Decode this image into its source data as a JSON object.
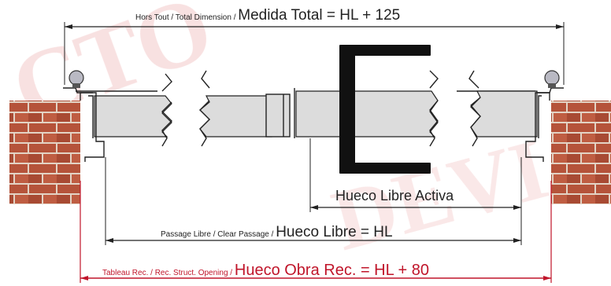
{
  "dimensions": {
    "total": {
      "small": "Hors Tout / Total Dimension / ",
      "big": "Medida Total = HL + 125"
    },
    "active": {
      "big": "Hueco Libre Activa"
    },
    "clear": {
      "small": "Passage Libre / Clear Passage / ",
      "big": "Hueco Libre = HL"
    },
    "opening": {
      "small": "Tableau Rec. / Rec. Struct. Opening / ",
      "big": "Hueco Obra Rec. = HL + 80"
    }
  },
  "colors": {
    "line": "#222222",
    "panel": "#dcdcdc",
    "brick": "#b5533a",
    "mortar": "#e3d3c4",
    "accent": "#c0152a",
    "watermark": "#f3c9c9"
  },
  "icons": [
    "handle-icon",
    "roller-icon",
    "brick-wall-icon",
    "break-mark-icon"
  ]
}
